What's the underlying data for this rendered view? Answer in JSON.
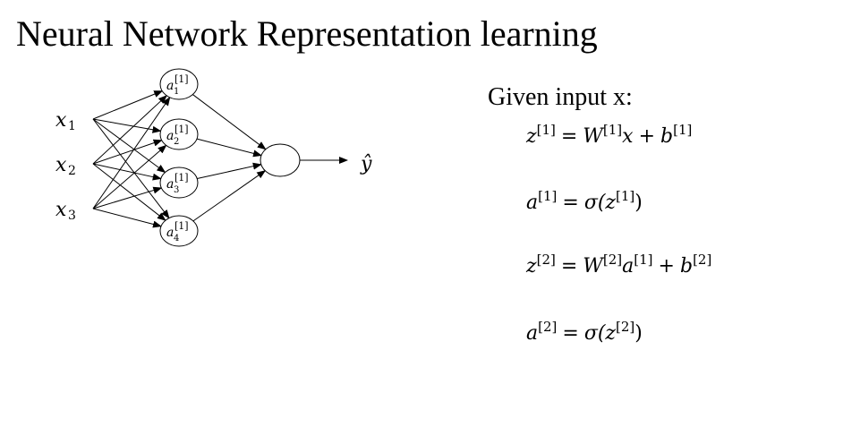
{
  "title": "Neural Network Representation learning",
  "network": {
    "inputs": [
      {
        "sym": "x",
        "sub": "1"
      },
      {
        "sym": "x",
        "sub": "2"
      },
      {
        "sym": "x",
        "sub": "3"
      }
    ],
    "hidden": [
      {
        "sym": "a",
        "sup": "[1]",
        "sub": "1"
      },
      {
        "sym": "a",
        "sup": "[1]",
        "sub": "2"
      },
      {
        "sym": "a",
        "sup": "[1]",
        "sub": "3"
      },
      {
        "sym": "a",
        "sup": "[1]",
        "sub": "4"
      }
    ],
    "output_label": "ŷ"
  },
  "given": "Given input x:",
  "equations": [
    {
      "lhs": "z",
      "lhs_sup": "[1]",
      "eq": "=",
      "w": "W",
      "w_sup": "[1]",
      "in": "x",
      "in_sup": "",
      "plus": "+",
      "b": "b",
      "b_sup": "[1]"
    },
    {
      "lhs": "a",
      "lhs_sup": "[1]",
      "eq": "=",
      "fn": "σ(",
      "arg": "z",
      "arg_sup": "[1]",
      "close": ")"
    },
    {
      "lhs": "z",
      "lhs_sup": "[2]",
      "eq": "=",
      "w": "W",
      "w_sup": "[2]",
      "in": "a",
      "in_sup": "[1]",
      "plus": "+",
      "b": "b",
      "b_sup": "[2]"
    },
    {
      "lhs": "a",
      "lhs_sup": "[2]",
      "eq": "=",
      "fn": "σ(",
      "arg": "z",
      "arg_sup": "[2]",
      "close": ")"
    }
  ]
}
